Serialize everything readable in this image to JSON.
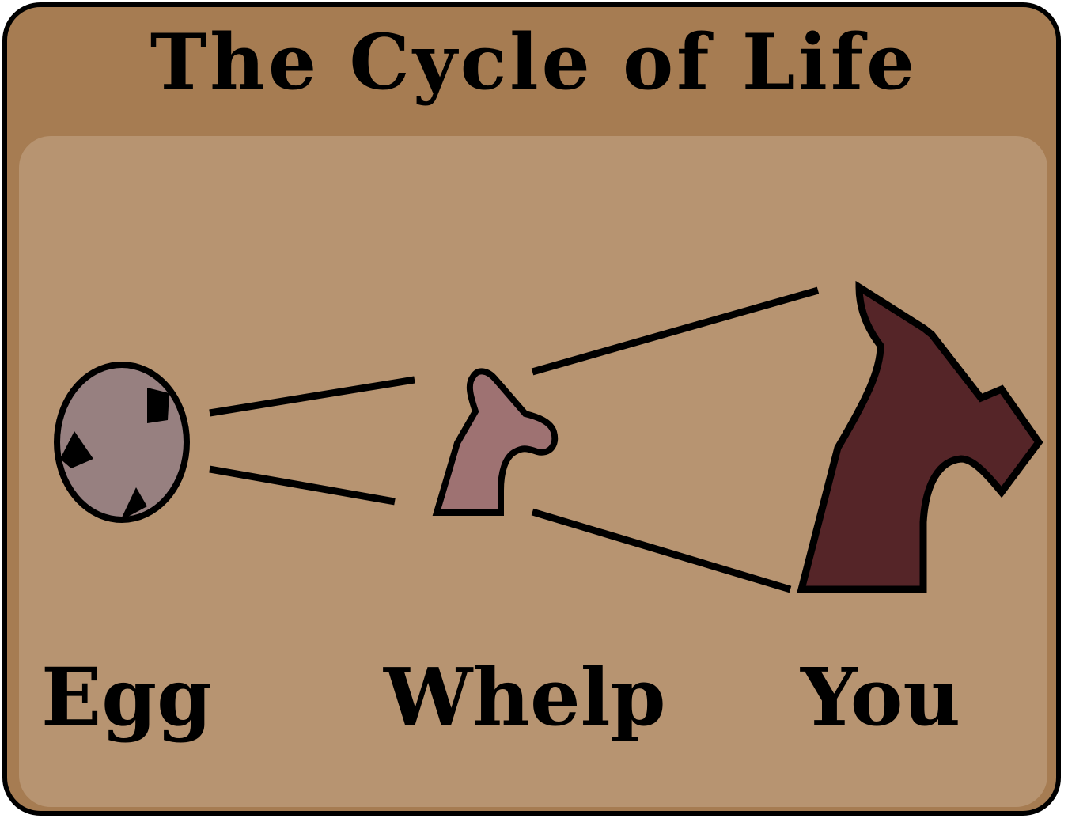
{
  "title": "The Cycle of Life",
  "stages": {
    "egg": "Egg",
    "whelp": "Whelp",
    "you": "You"
  },
  "colors": {
    "frame": "#a67c52",
    "panel": "#b79471",
    "egg_fill": "#978080",
    "whelp_fill": "#9e7272",
    "you_fill": "#552528",
    "outline": "#000000"
  },
  "icons": [
    "egg-icon",
    "whelp-dragon-icon",
    "adult-dragon-icon"
  ]
}
